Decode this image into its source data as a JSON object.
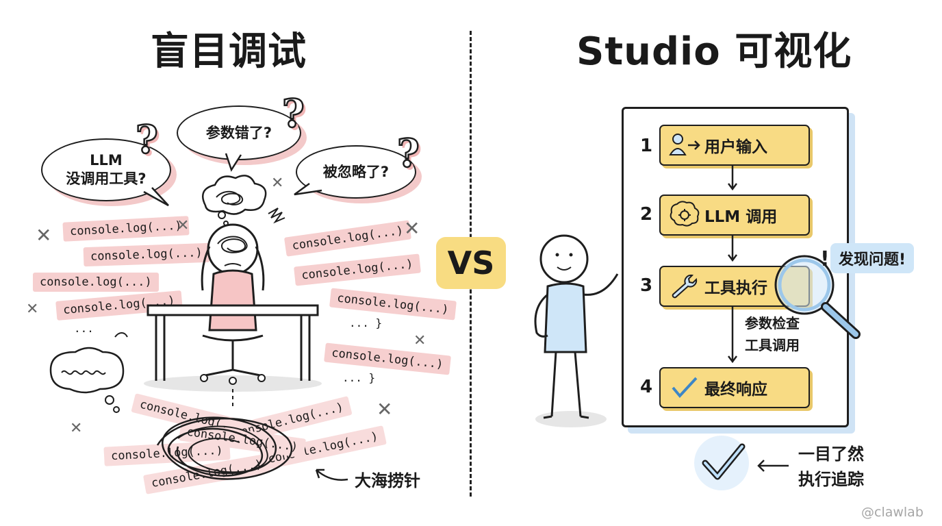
{
  "left_panel": {
    "title": "盲目调试",
    "bubbles": {
      "llm_line1": "LLM",
      "llm_line2": "没调用工具?",
      "params": "参数错了?",
      "ignored": "被忽略了?"
    },
    "console_logs": [
      "console.log(...)",
      "console.log(...)",
      "console.log(...)",
      "console.log(...)",
      "console.log(...)",
      "console.log(...)",
      "console.log(...)",
      "console.log(...)",
      "console.log(...)",
      "console.log(...)",
      "console.log(...)",
      "console.log(...)",
      "console.log(...)",
      "console.log(...)"
    ],
    "caption": "大海捞针"
  },
  "vs_label": "VS",
  "right_panel": {
    "title": "Studio 可视化",
    "steps": [
      {
        "num": "1",
        "label": "用户输入",
        "icon": "user-arrow-icon"
      },
      {
        "num": "2",
        "label": "LLM 调用",
        "icon": "brain-gear-icon"
      },
      {
        "num": "3",
        "label": "工具执行",
        "icon": "wrench-icon"
      },
      {
        "num": "4",
        "label": "最终响应",
        "icon": "checkmark-icon"
      }
    ],
    "step3_detail_line1": "参数检查",
    "step3_detail_line2": "工具调用",
    "found_badge": "发现问题!",
    "glance_line1": "一目了然",
    "glance_line2": "执行追踪"
  },
  "watermark": "@clawlab",
  "colors": {
    "pink_accent": "#f6cfcf",
    "yellow_step": "#f8db84",
    "blue_accent": "#cfe6f8",
    "vs_badge": "#f8dc82"
  }
}
